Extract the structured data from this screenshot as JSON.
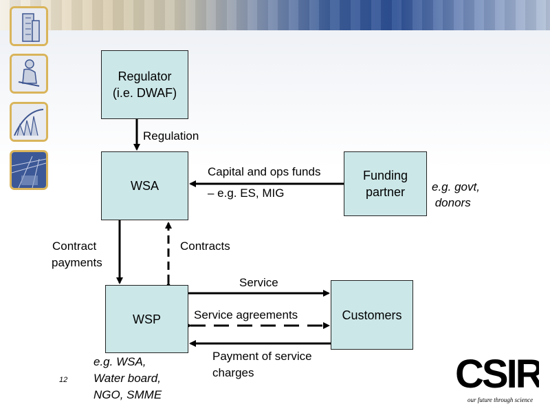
{
  "slide": {
    "page_number": "12"
  },
  "side_images": [
    {
      "name": "building-illustration"
    },
    {
      "name": "worker-illustration"
    },
    {
      "name": "dam-illustration"
    },
    {
      "name": "pipes-illustration"
    }
  ],
  "nodes": {
    "regulator": {
      "line1": "Regulator",
      "line2": "(i.e. DWAF)"
    },
    "wsa": {
      "label": "WSA"
    },
    "funding": {
      "line1": "Funding",
      "line2": "partner"
    },
    "wsp": {
      "label": "WSP"
    },
    "customers": {
      "label": "Customers"
    }
  },
  "edges": {
    "regulation": "Regulation",
    "capital_line1": "Capital and ops funds",
    "capital_line2": "– e.g. ES, MIG",
    "contract_payments_line1": "Contract",
    "contract_payments_line2": "payments",
    "contracts": "Contracts",
    "service": "Service",
    "service_agreements": "Service agreements",
    "payment_line1": "Payment of service",
    "payment_line2": "charges"
  },
  "notes": {
    "funding_examples_line1": "e.g. govt,",
    "funding_examples_line2": " donors",
    "wsp_examples_line1": "e.g. WSA,",
    "wsp_examples_line2": "Water board,",
    "wsp_examples_line3": "NGO, SMME"
  },
  "logo": {
    "text": "CSIR",
    "tagline": "our future through science"
  },
  "colors": {
    "box_fill": "#cce7e8",
    "thumb_border": "#d9b45a",
    "arrow": "#000000"
  }
}
